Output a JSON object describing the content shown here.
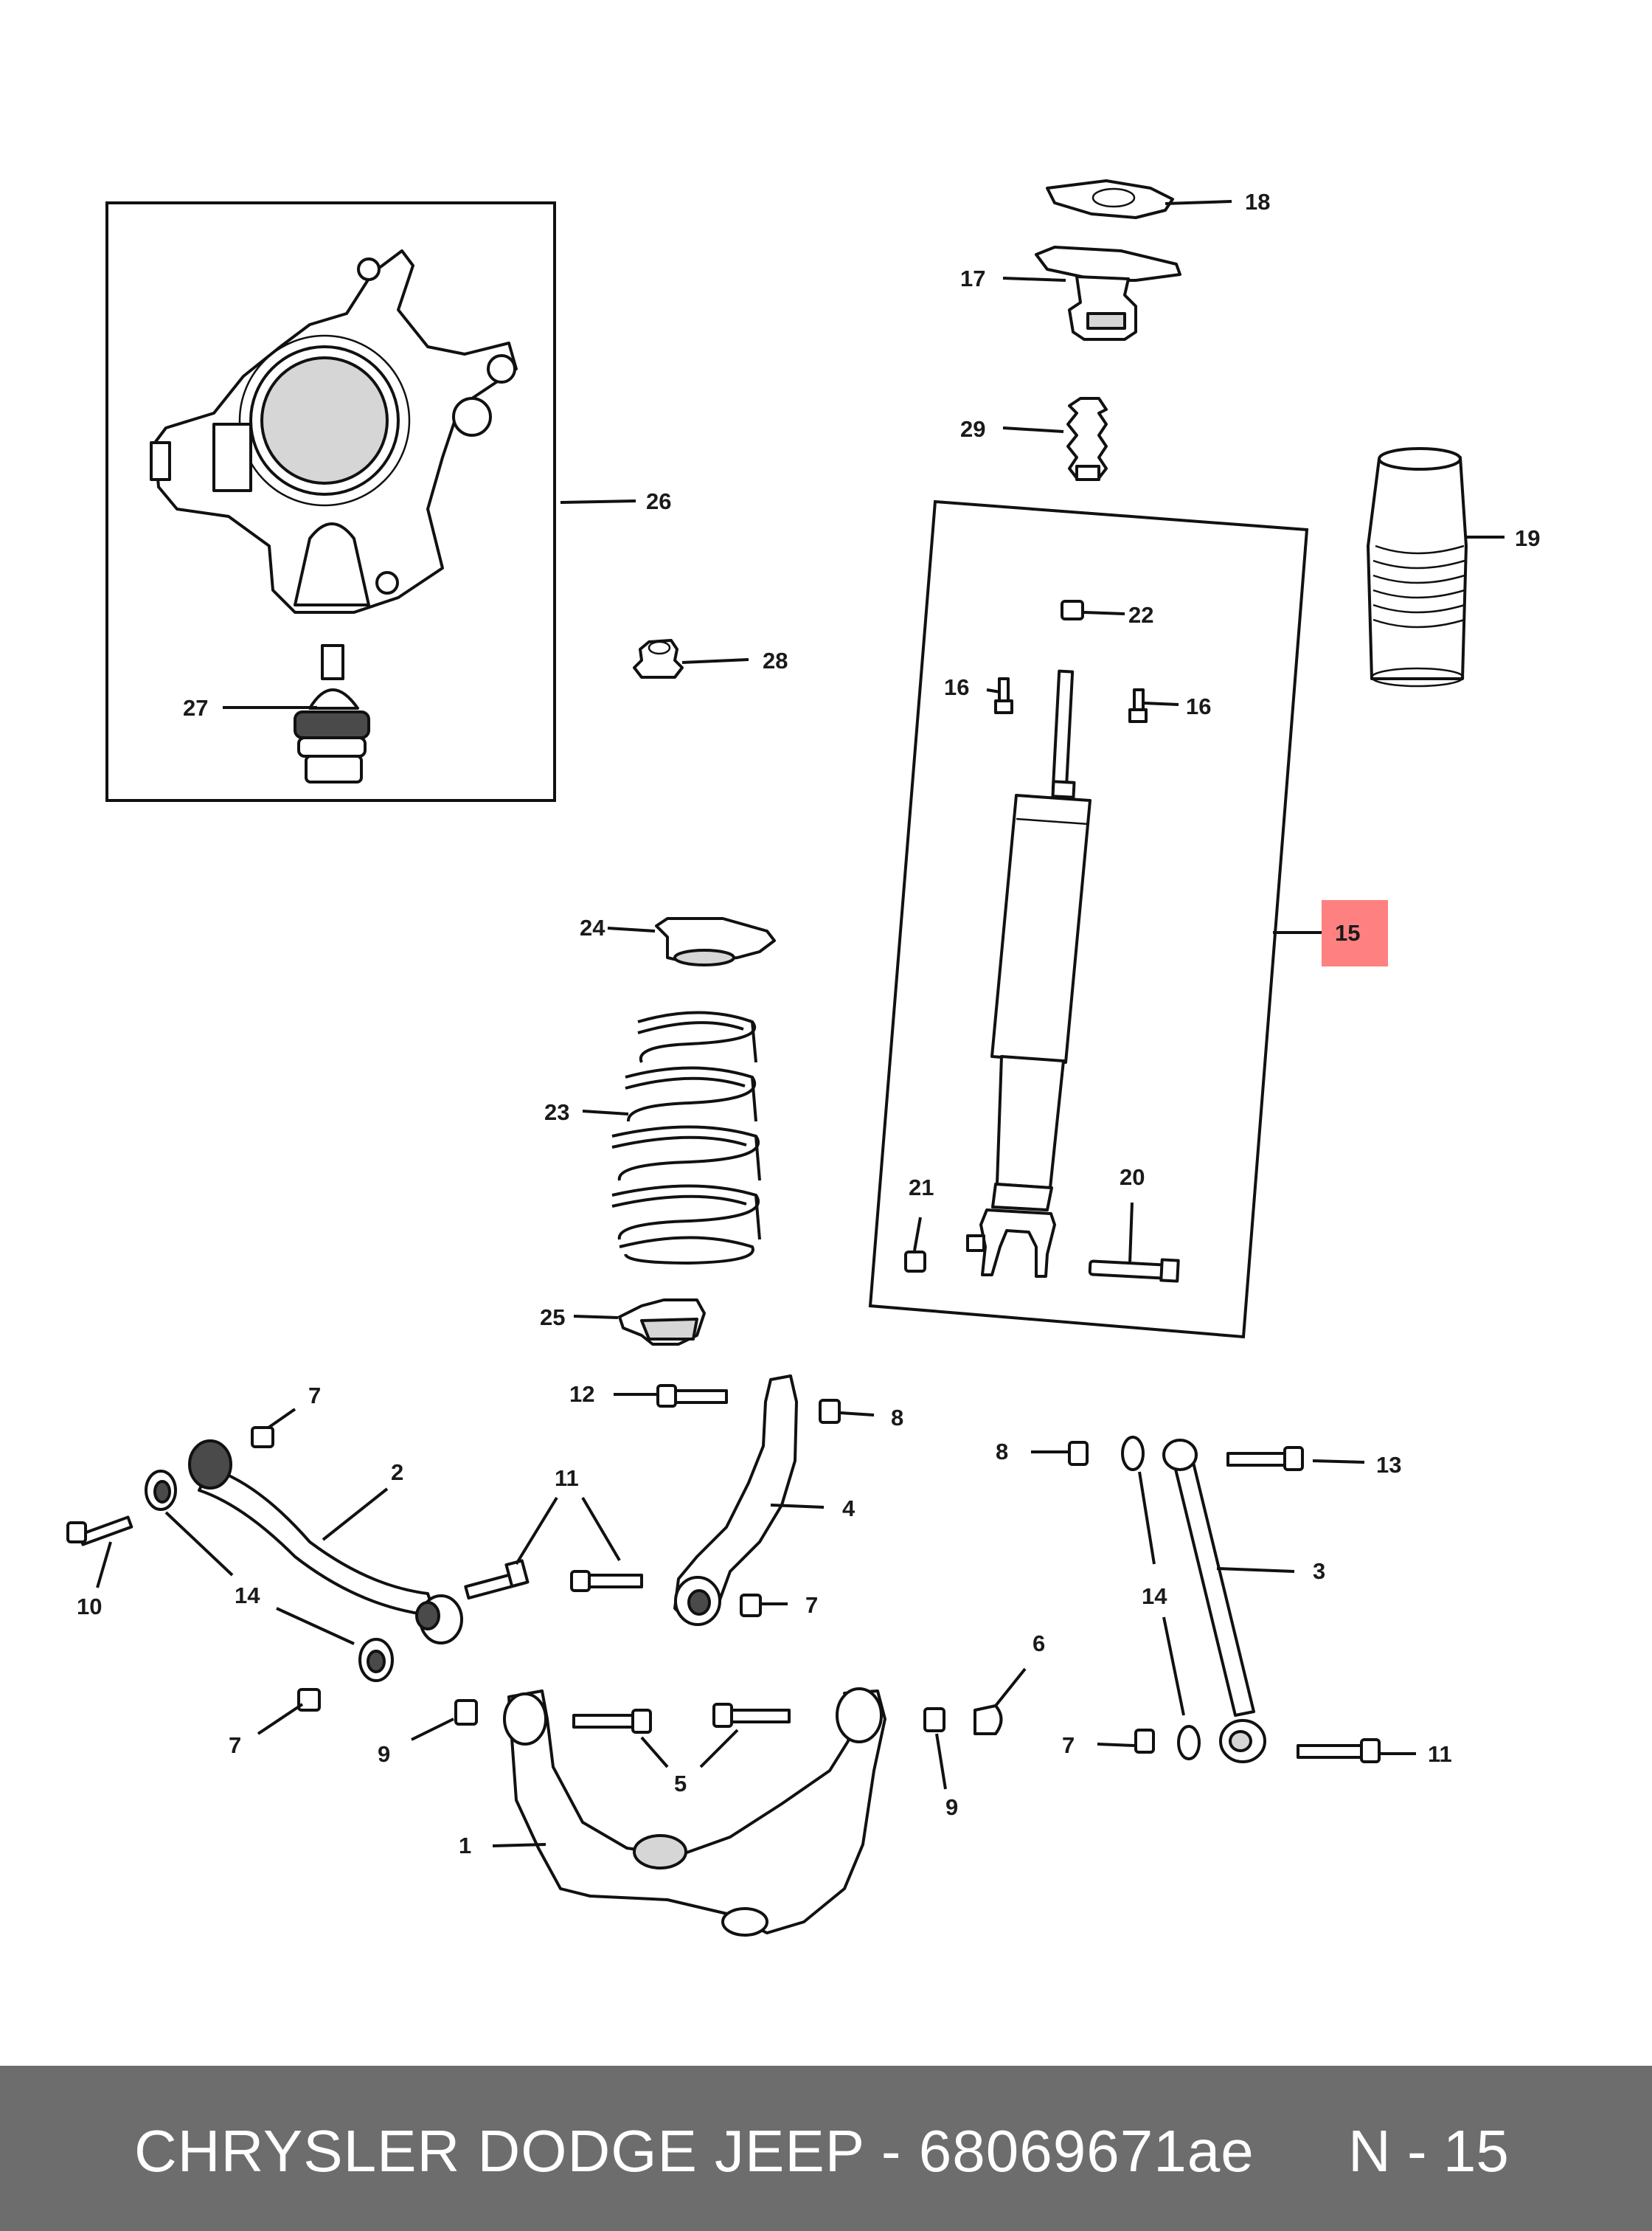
{
  "callouts": {
    "c1": "1",
    "c2": "2",
    "c3": "3",
    "c4": "4",
    "c5": "5",
    "c6": "6",
    "c7": "7",
    "c8": "8",
    "c9": "9",
    "c10": "10",
    "c11": "11",
    "c12": "12",
    "c13": "13",
    "c14": "14",
    "c15": "15",
    "c16": "16",
    "c17": "17",
    "c18": "18",
    "c19": "19",
    "c20": "20",
    "c21": "21",
    "c22": "22",
    "c23": "23",
    "c24": "24",
    "c25": "25",
    "c26": "26",
    "c27": "27",
    "c28": "28",
    "c29": "29"
  },
  "highlight": {
    "part": "15",
    "color": "#ff8080"
  },
  "footer": {
    "brand_text": "CHRYSLER DODGE JEEP - 68069671ae",
    "page_text": "N - 15",
    "background": "#6d6d6d",
    "text_color": "#ffffff"
  }
}
